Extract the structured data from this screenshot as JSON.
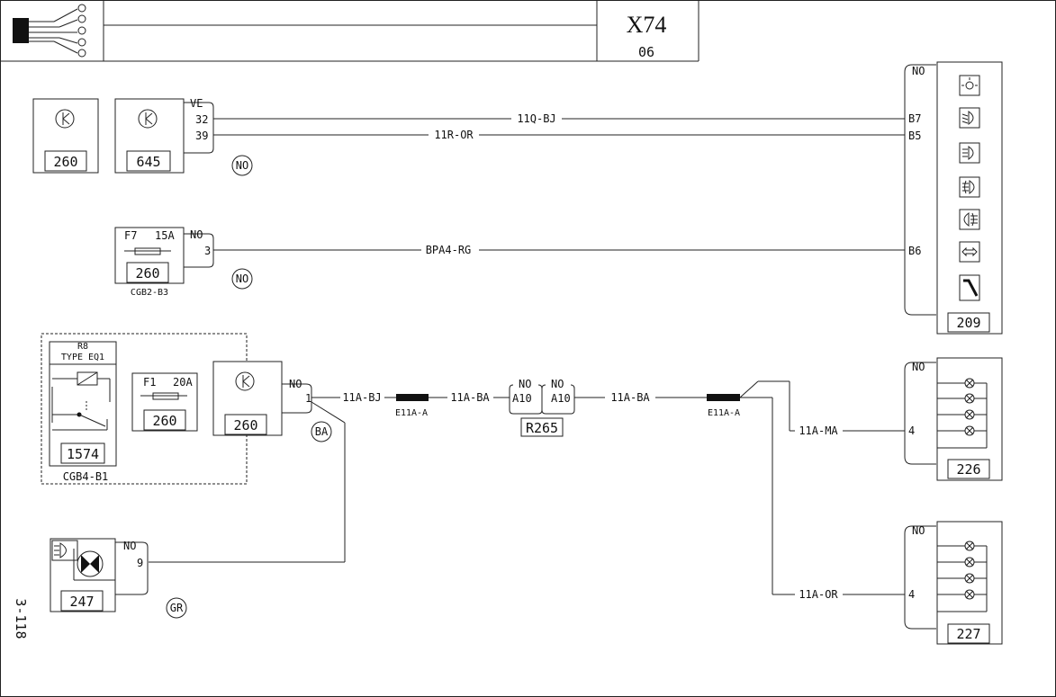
{
  "header": {
    "code": "X74",
    "sub": "06"
  },
  "side_ref": "3-118",
  "components": {
    "c260a": "260",
    "c645": "645",
    "c260fuse": "260",
    "fuse_f7": "F7",
    "fuse_f7_amp": "15A",
    "cgb2": "CGB2-B3",
    "relay_r8": "R8",
    "relay_type": "TYPE EQ1",
    "c1574": "1574",
    "fuse_f1": "F1",
    "fuse_f1_amp": "20A",
    "c260b": "260",
    "c260c": "260",
    "cgb4": "CGB4-B1",
    "c247": "247",
    "r265": "R265",
    "c209": "209",
    "c226": "226",
    "c227": "227"
  },
  "pins": {
    "ve": "VE",
    "p32": "32",
    "p39": "39",
    "no_a": "NO",
    "p3": "3",
    "no_b": "NO",
    "p1": "1",
    "no_c": "NO",
    "p9": "9",
    "no_r1": "NO",
    "no_r2": "NO",
    "a10_1": "A10",
    "a10_2": "A10",
    "no_209": "NO",
    "b7": "B7",
    "b5": "B5",
    "b6": "B6",
    "no_226": "NO",
    "p4a": "4",
    "no_227": "NO",
    "p4b": "4"
  },
  "wires": {
    "w11q": "11Q-BJ",
    "w11r": "11R-OR",
    "wbpa4": "BPA4-RG",
    "w11a_bj": "11A-BJ",
    "w11a_ba1": "11A-BA",
    "w11a_ba2": "11A-BA",
    "w11a_ma": "11A-MA",
    "w11a_or": "11A-OR",
    "splice1": "E11A-A",
    "splice2": "E11A-A"
  },
  "grounds": {
    "g1": "NO",
    "g2": "NO",
    "g3": "BA",
    "g4": "GR"
  }
}
